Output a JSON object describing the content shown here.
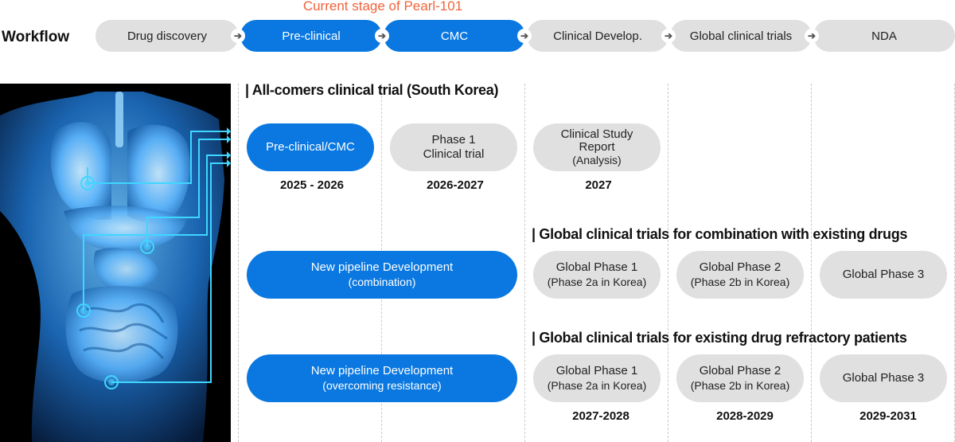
{
  "workflow": {
    "label": "Workflow",
    "current_stage_label": "Current stage of Pearl-101",
    "steps": [
      {
        "label": "Drug discovery",
        "active": false
      },
      {
        "label": "Pre-clinical",
        "active": true
      },
      {
        "label": "CMC",
        "active": true
      },
      {
        "label": "Clinical  Develop.",
        "active": false
      },
      {
        "label": "Global clinical trials",
        "active": false
      },
      {
        "label": "NDA",
        "active": false
      }
    ],
    "arrow_glyph": "➔"
  },
  "sections": {
    "all_comers": "| All-comers clinical trial (South Korea)",
    "combination": "| Global clinical trials for combination with existing drugs",
    "refractory": "| Global clinical trials for existing drug refractory patients"
  },
  "row1": {
    "preclinical": {
      "label": "Pre-clinical/CMC",
      "year": "2025 - 2026"
    },
    "phase1": {
      "line1": "Phase 1",
      "line2": "Clinical trial",
      "year": "2026-2027"
    },
    "csr": {
      "line1": "Clinical Study",
      "line2": "Report",
      "line3": "(Analysis)",
      "year": "2027"
    }
  },
  "row2": {
    "pipeline": {
      "line1": "New pipeline Development",
      "line2": "(combination)"
    },
    "gp1": {
      "line1": "Global Phase 1",
      "line2": "(Phase 2a in Korea)"
    },
    "gp2": {
      "line1": "Global Phase 2",
      "line2": "(Phase 2b in Korea)"
    },
    "gp3": {
      "line1": "Global Phase 3"
    }
  },
  "row3": {
    "pipeline": {
      "line1": "New pipeline Development",
      "line2": "(overcoming resistance)"
    },
    "gp1": {
      "line1": "Global Phase 1",
      "line2": "(Phase 2a in Korea)",
      "year": "2027-2028"
    },
    "gp2": {
      "line1": "Global Phase 2",
      "line2": "(Phase 2b in Korea)",
      "year": "2028-2029"
    },
    "gp3": {
      "line1": "Global Phase 3",
      "year": "2029-2031"
    }
  },
  "colors": {
    "accent": "#0a78e0",
    "highlight": "#f0643a",
    "gray_pill": "#e0e0e0",
    "connector": "#3fd6ff"
  }
}
